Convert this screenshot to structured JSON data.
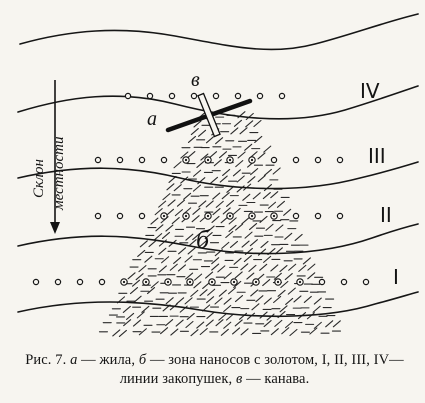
{
  "figure": {
    "labels": {
      "vein": "а",
      "zone": "б",
      "trench": "в"
    },
    "slope_label": {
      "line1": "Склон",
      "line2": "местности"
    },
    "line_numerals": [
      "IV",
      "III",
      "II",
      "I"
    ]
  },
  "caption": {
    "prefix": "Рис. 7.",
    "a_letter": "а",
    "a_text": "— жила,",
    "b_letter": "б",
    "b_text": "— зона наносов с золотом, I, II, III, IV—",
    "line2_text": "линии закопушек,",
    "c_letter": "в",
    "c_text": "— канава."
  }
}
